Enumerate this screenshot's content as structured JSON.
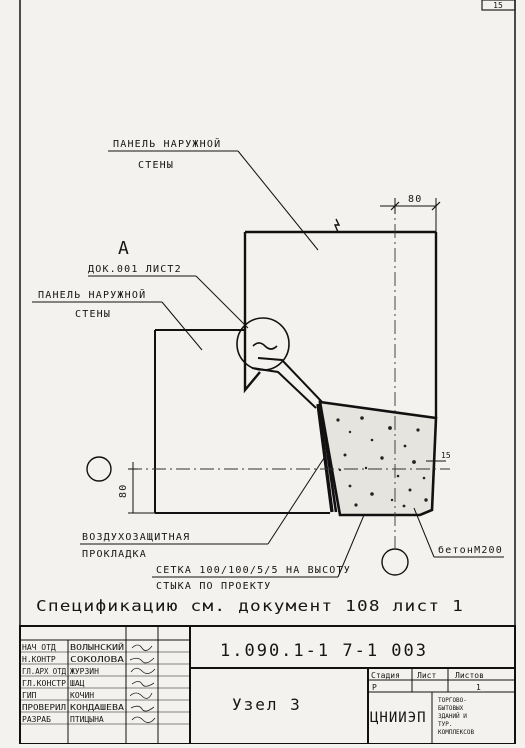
{
  "page_number": "15",
  "callout": {
    "letter": "A",
    "reference": "ДОК.001 ЛИСТ2"
  },
  "labels": {
    "outer_panel_top": [
      "ПАНЕЛЬ НАРУЖНОЙ",
      "СТЕНЫ"
    ],
    "outer_panel_left": [
      "ПАНЕЛЬ НАРУЖНОЙ",
      "СТЕНЫ"
    ],
    "sealant": [
      "ВОЗДУХОЗАЩИТНАЯ",
      "ПРОКЛАДКА"
    ],
    "mesh": [
      "СЕТКА 100/100/5/5 НА ВЫСОТУ",
      "СТЫКА ПО ПРОЕКТУ"
    ],
    "concrete": "бетонМ200"
  },
  "dimensions": {
    "top": "80",
    "left": "80",
    "right": "15"
  },
  "specification_note": "Спецификацию см. документ 108 лист 1",
  "title_block": {
    "roles": [
      "НАЧ ОТД",
      "Н.КОНТР",
      "ГЛ.АРХ ОТД",
      "ГЛ.КОНСТР",
      "ГИП",
      "ПРОВЕРИЛ",
      "РАЗРАБ"
    ],
    "names": [
      "ВОЛЫНСКИЙ",
      "СОКОЛОВА",
      "ЖУРЗИН",
      "ШАЦ",
      "КОЧИН",
      "КОНДАШЕВА",
      "ПТИЦЫНА"
    ],
    "document_code": "1.090.1-1 7-1 003",
    "sheet_title": "Узел 3",
    "stage_header": "Стадия",
    "sheet_header": "Лист",
    "sheets_header": "Листов",
    "stage": "Р",
    "sheets_total": "1",
    "organization": "ЦНИИЭП",
    "organization_note": [
      "ТОРГОВО-",
      "БЫТОВЫХ",
      "ЗДАНИЙ И",
      "ТУР.",
      "КОМПЛЕКСОВ"
    ]
  }
}
